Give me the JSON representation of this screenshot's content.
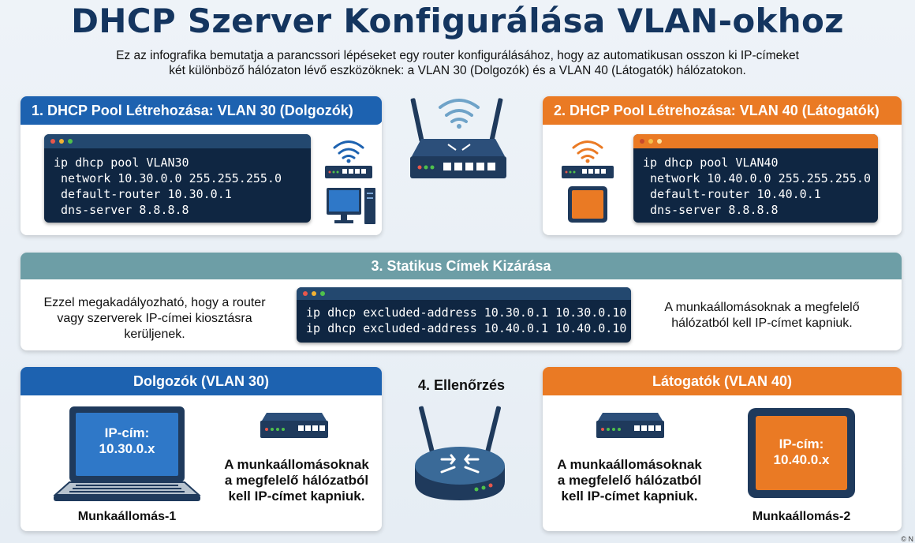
{
  "title": "DHCP Szerver Konfigurálása VLAN-okhoz",
  "intro": {
    "line1": "Ez az infografika bemutatja a parancssori lépéseket egy router konfigurálásához, hogy az automatikusan osszon ki IP-címeket",
    "line2": "két különböző hálózaton lévő eszközöknek: a VLAN 30 (Dolgozók) és a VLAN 40 (Látogatók) hálózatokon."
  },
  "step1": {
    "heading": "1. DHCP Pool Létrehozása: VLAN 30 (Dolgozók)",
    "code": [
      "ip dhcp pool VLAN30",
      " network 10.30.0.0 255.255.255.0",
      " default-router 10.30.0.1",
      " dns-server 8.8.8.8"
    ]
  },
  "step2": {
    "heading": "2. DHCP Pool Létrehozása: VLAN 40 (Látogatók)",
    "code": [
      "ip dhcp pool VLAN40",
      " network 10.40.0.0 255.255.255.0",
      " default-router 10.40.0.1",
      " dns-server 8.8.8.8"
    ]
  },
  "step3": {
    "heading": "3. Statikus Címek Kizárása",
    "left_text": [
      "Ezzel megakadályozható, hogy a router",
      "vagy szerverek IP-címei kiosztásra",
      "kerüljenek."
    ],
    "code": [
      "ip dhcp excluded-address 10.30.0.1 10.30.0.10",
      "ip dhcp excluded-address 10.40.0.1 10.40.0.10"
    ],
    "right_text": [
      "A munkaállomásoknak a megfelelő",
      "hálózatból kell IP-címet kapniuk."
    ]
  },
  "step4": {
    "heading": "4. Ellenőrzés"
  },
  "vlan30": {
    "heading": "Dolgozók (VLAN 30)",
    "screen_label": "IP-cím:",
    "screen_ip": "10.30.0.x",
    "device_name": "Munkaállomás-1",
    "text": [
      "A munkaállomásoknak",
      "a megfelelő hálózatból",
      "kell IP-címet kapniuk."
    ]
  },
  "vlan40": {
    "heading": "Látogatók (VLAN 40)",
    "screen_label": "IP-cím:",
    "screen_ip": "10.40.0.x",
    "device_name": "Munkaállomás-2",
    "text": [
      "A munkaállomásoknak",
      "a megfelelő hálózatból",
      "kell IP-címet kapniuk."
    ]
  },
  "footer": {
    "mark": "© N"
  },
  "colors": {
    "title": "#14355f",
    "blue": "#1d62b0",
    "orange": "#ea7a24",
    "teal": "#6d9ea6",
    "terminal": "#0f2642",
    "device": "#1f3a5c"
  }
}
